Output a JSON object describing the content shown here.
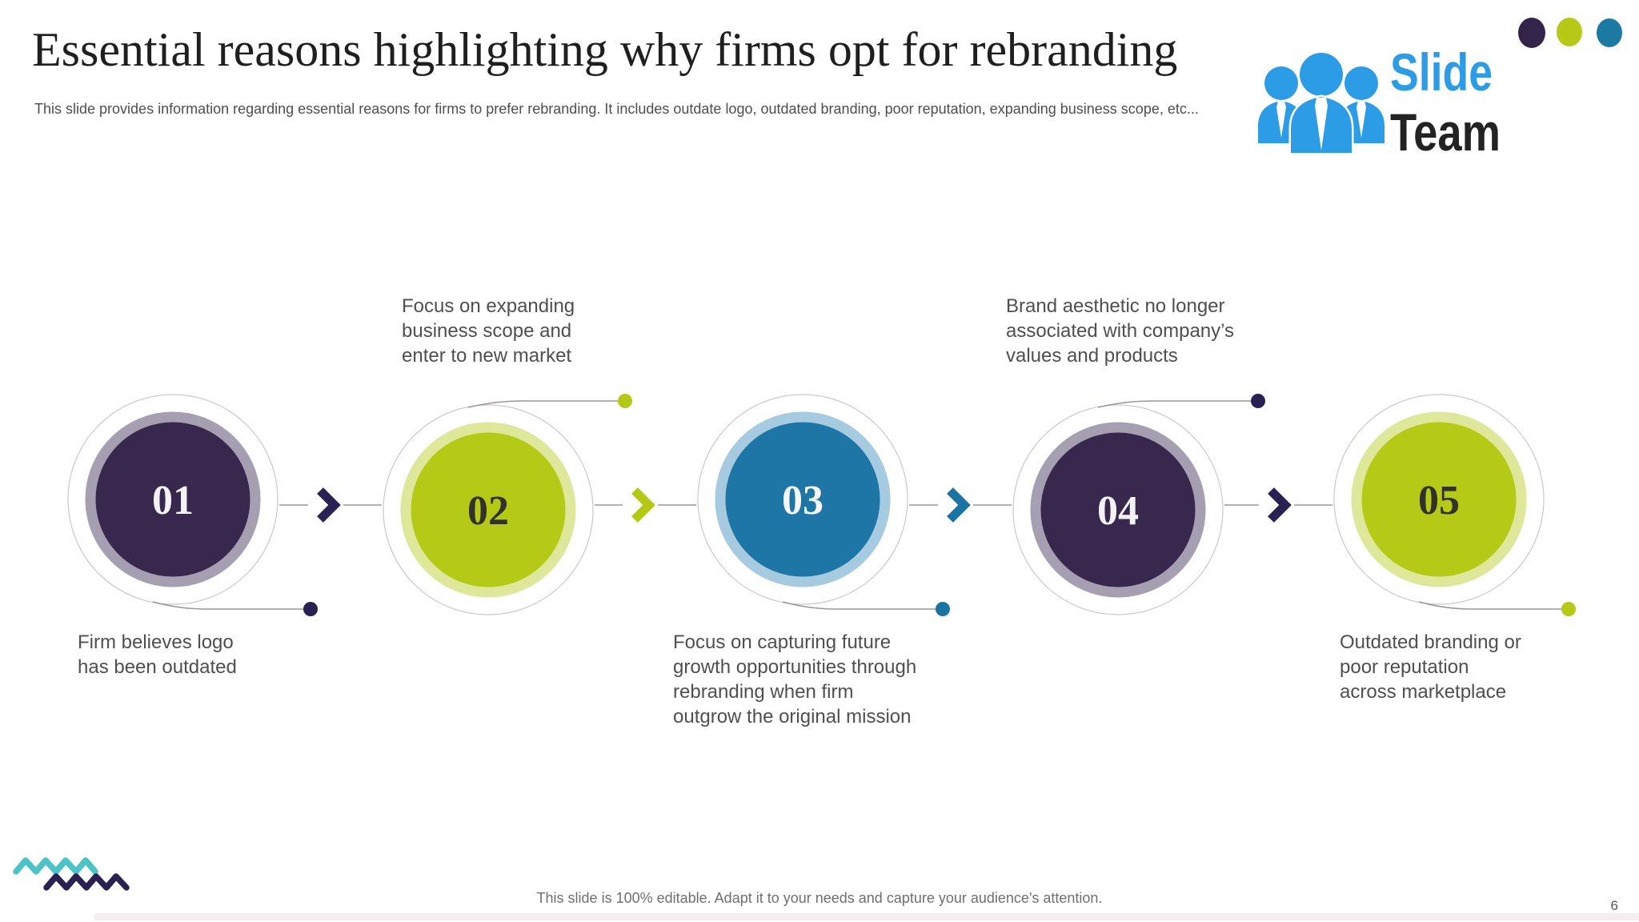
{
  "slide": {
    "title": "Essential reasons highlighting why firms opt for rebranding",
    "subtitle": "This slide provides information regarding essential reasons for firms to prefer rebranding. It includes outdate logo, outdated branding, poor reputation, expanding business scope, etc...",
    "footer_note": "This slide is 100% editable. Adapt it to your needs and capture your audience's attention.",
    "page_number": "6"
  },
  "logo": {
    "word1": "Slide",
    "word2": "Team",
    "blue": "#2b9ce5",
    "dark": "#232323"
  },
  "accent_dots": [
    {
      "name": "purple",
      "color": "#332549"
    },
    {
      "name": "lime",
      "color": "#b5c916"
    },
    {
      "name": "blue",
      "color": "#1b79a2"
    }
  ],
  "decor": {
    "wave_teal_color": "#4cc3c7",
    "wave_navy_color": "#2a2153",
    "outer_ring_color": "#cbc7cf",
    "connector_color": "#9b959d",
    "bottom_strip_color": "#f4eef1"
  },
  "steps": [
    {
      "number": "01",
      "fill": "#38284e",
      "ring": "#a69eb1",
      "number_color": "#f4f2f7",
      "dot_color": "#2a2153",
      "label_position": "below",
      "label": "Firm believes logo\nhas been outdated"
    },
    {
      "number": "02",
      "fill": "#b5ca17",
      "ring": "#dfe79b",
      "number_color": "#32322b",
      "dot_color": "#b4c916",
      "label_position": "above",
      "label": "Focus on expanding\nbusiness scope and\nenter to new market"
    },
    {
      "number": "03",
      "fill": "#1d76a5",
      "ring": "#a6cadf",
      "number_color": "#f5f7f9",
      "dot_color": "#1b73a3",
      "label_position": "below",
      "label": "Focus on capturing future\ngrowth opportunities through\nrebranding when firm\noutgrow the original mission"
    },
    {
      "number": "04",
      "fill": "#38284e",
      "ring": "#a69eb1",
      "number_color": "#f4f2f7",
      "dot_color": "#2a2153",
      "label_position": "above",
      "label": "Brand aesthetic no longer\nassociated with company’s\nvalues and products"
    },
    {
      "number": "05",
      "fill": "#b5ca17",
      "ring": "#dfe79b",
      "number_color": "#32322b",
      "dot_color": "#b4c916",
      "label_position": "below",
      "label": "Outdated branding or\npoor reputation\nacross marketplace"
    }
  ],
  "arrows": [
    {
      "color": "#2a2153"
    },
    {
      "color": "#b2c813"
    },
    {
      "color": "#1b73a3"
    },
    {
      "color": "#2a2153"
    }
  ]
}
